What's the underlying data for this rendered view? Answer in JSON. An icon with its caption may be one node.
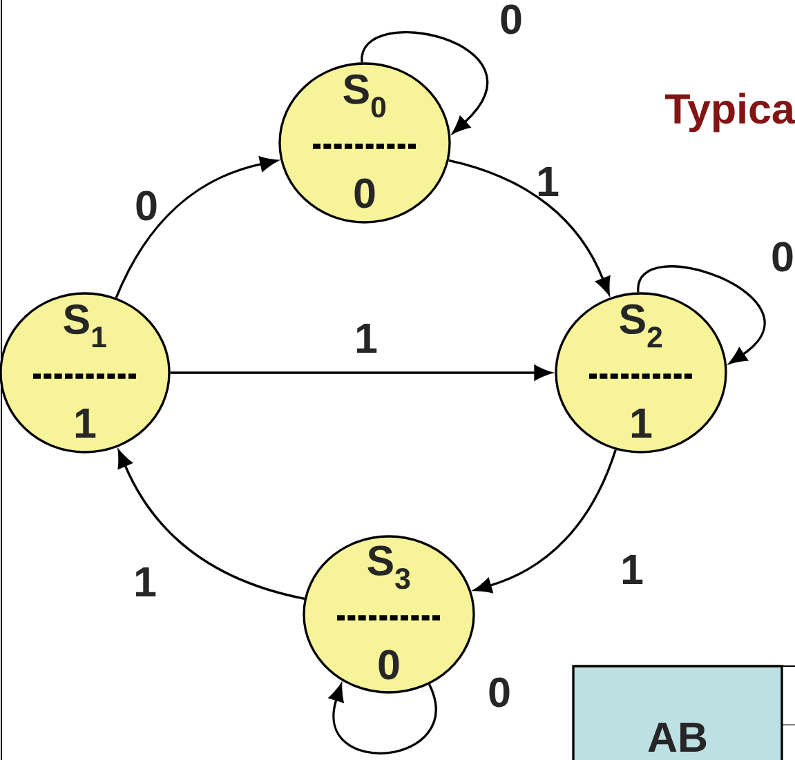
{
  "diagram": {
    "title": "Typica",
    "nodes": [
      {
        "text": [
          "S$_{0}$",
          "0"
        ]
      },
      {
        "text": [
          "S$_{1}$",
          "1"
        ]
      },
      {
        "text": [
          "S$_{2}$",
          "1"
        ]
      },
      {
        "text": [
          "S$_{3}$",
          "0"
        ]
      },
      {
        "text": [
          "AB"
        ]
      }
    ],
    "edges": [
      {
        "from": 0,
        "to": 0,
        "arrow": "to",
        "label": "0"
      },
      {
        "from": 0,
        "to": 2,
        "arrow": "to",
        "label": "1"
      },
      {
        "from": 1,
        "to": 0,
        "arrow": "to",
        "label": "0"
      },
      {
        "from": 1,
        "to": 2,
        "arrow": "to",
        "label": "1"
      },
      {
        "from": 2,
        "to": 2,
        "arrow": "to",
        "label": "0"
      },
      {
        "from": 2,
        "to": 3,
        "arrow": "to",
        "label": "1"
      },
      {
        "from": 3,
        "to": 1,
        "arrow": "to",
        "label": "1"
      },
      {
        "from": 3,
        "to": 3,
        "arrow": "to",
        "label": "0"
      }
    ]
  }
}
